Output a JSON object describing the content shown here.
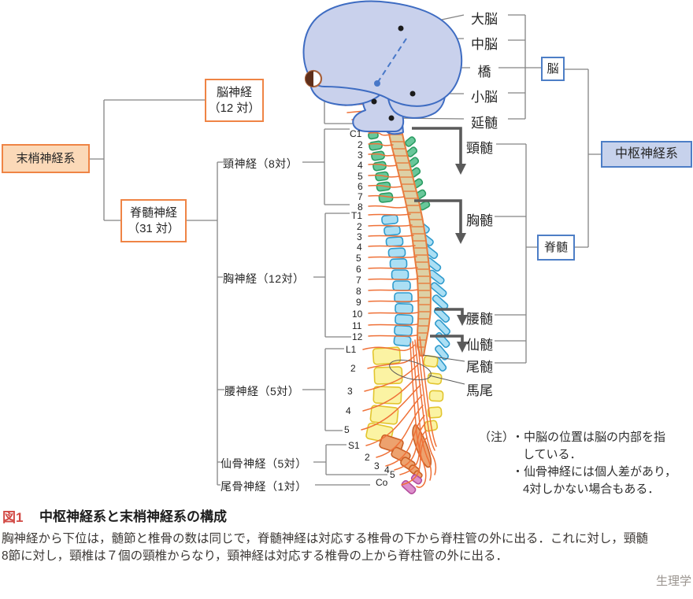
{
  "boxes": {
    "peripheral": "末梢神経系",
    "cranial_line1": "脳神経",
    "cranial_line2": "（12 対）",
    "spinal_line1": "脊髄神経",
    "spinal_line2": "（31 対）",
    "brain": "脳",
    "cord": "脊髄",
    "cns": "中枢神経系"
  },
  "brain_labels": [
    "大脳",
    "中脳",
    "橋",
    "小脳",
    "延髄"
  ],
  "cord_labels": [
    "頸髄",
    "胸髄",
    "腰髄",
    "仙髄",
    "尾髄"
  ],
  "cauda_label": "馬尾",
  "nerve_branches": [
    "頸神経（8対）",
    "胸神経（12対）",
    "腰神経（5対）",
    "仙骨神経（5対）",
    "尾骨神経（1対）"
  ],
  "vertebrae": {
    "cervical": [
      "C1",
      "2",
      "3",
      "4",
      "5",
      "6",
      "7",
      "8"
    ],
    "thoracic": [
      "T1",
      "2",
      "3",
      "4",
      "5",
      "6",
      "7",
      "8",
      "9",
      "10",
      "11",
      "12"
    ],
    "lumbar": [
      "L1",
      "2",
      "3",
      "4",
      "5"
    ],
    "sacral": [
      "S1",
      "2",
      "3",
      "4",
      "5"
    ],
    "coccyx": [
      "Co"
    ]
  },
  "note": {
    "head": "（注）",
    "line1": "・中脳の位置は脳の内部を指",
    "line2": "している．",
    "line3": "・仙骨神経には個人差があり，",
    "line4": "4対しかない場合もある．"
  },
  "caption": {
    "fig_label": "図1",
    "title": "中枢神経系と末梢神経系の構成"
  },
  "description": {
    "line1": "胸神経から下位は，髄節と椎骨の数は同じで，脊髄神経は対応する椎骨の下から脊柱管の外に出る．これに対し，頸髄",
    "line2": "8節に対し，頸椎は７個の頸椎からなり，頸神経は対応する椎骨の上から脊柱管の外に出る．"
  },
  "watermark": "生理学",
  "colors": {
    "accent_orange": "#ef8445",
    "accent_blue": "#4d7ec6",
    "peripheral_fill": "#fbd9b8",
    "cns_fill": "#c7d2ec",
    "brain_fill": "#c9d1ec",
    "cord_fill": "#ddd1a6",
    "nerve_orange": "#ef7138",
    "cervical_green": "#69c79a",
    "thoracic_blue": "#abdff4",
    "lumbar_yellow": "#fbf3a3",
    "sacral_orange": "#eda26e",
    "coccyx_pink": "#dd8fcb",
    "fig_red": "#d24a45"
  }
}
